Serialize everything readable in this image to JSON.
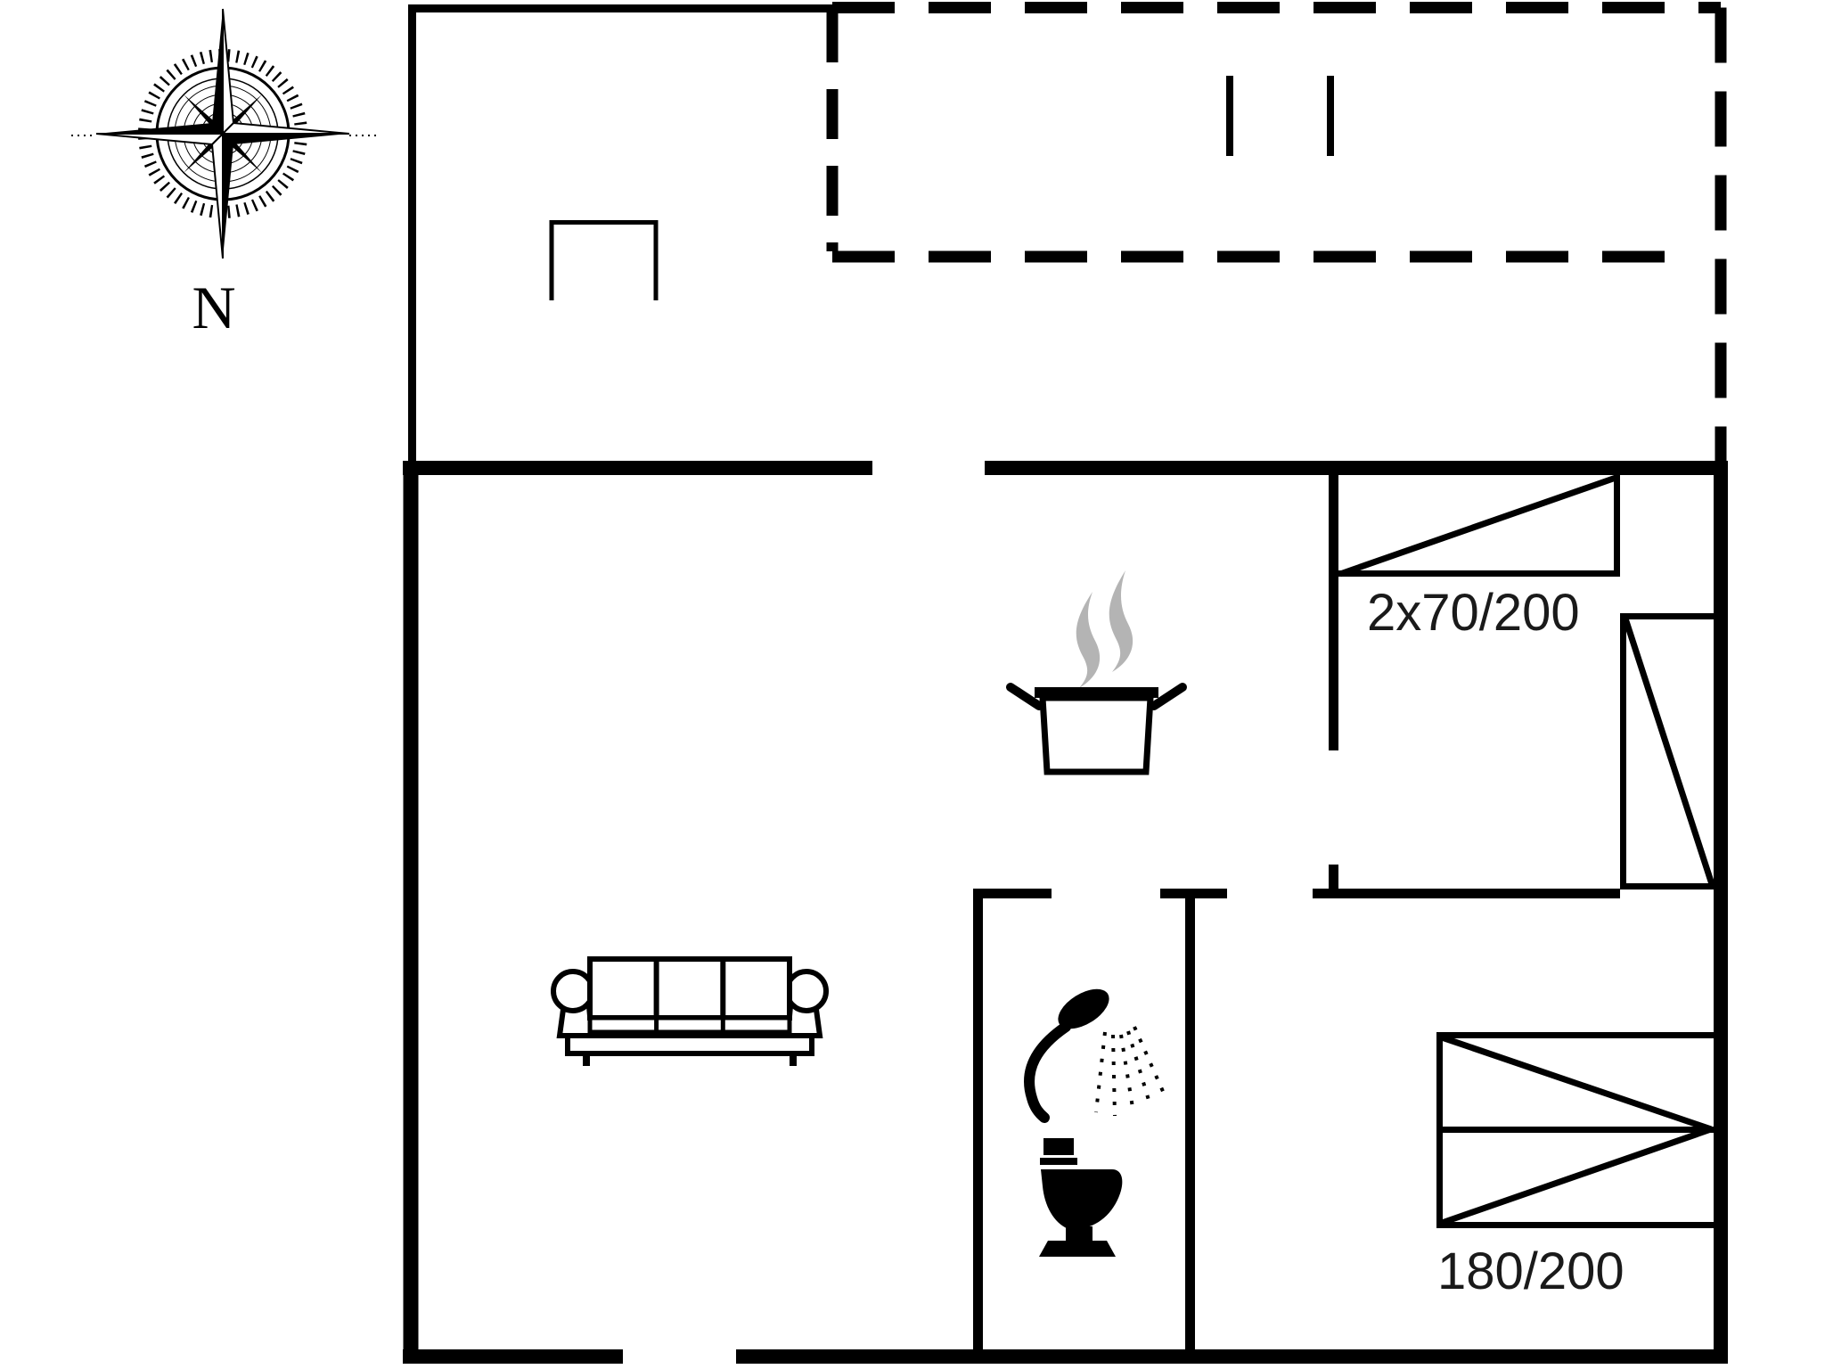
{
  "page": {
    "background_color": "#ffffff",
    "line_color": "#000000",
    "steam_color": "#b4b4b4",
    "text_color": "#1a1a1a"
  },
  "compass": {
    "label": "N"
  },
  "beds": [
    {
      "id": "bunk-bed-top-right",
      "label": "2x70/200"
    },
    {
      "id": "double-bed-bottom-right",
      "label": "180/200"
    }
  ],
  "icons": [
    {
      "name": "compass-rose-icon"
    },
    {
      "name": "chimney-icon"
    },
    {
      "name": "cooking-pot-icon"
    },
    {
      "name": "steam-icon",
      "color": "#b4b4b4"
    },
    {
      "name": "sofa-icon"
    },
    {
      "name": "shower-icon"
    },
    {
      "name": "toilet-icon"
    },
    {
      "name": "single-bed-icon"
    },
    {
      "name": "double-bed-icon"
    }
  ]
}
